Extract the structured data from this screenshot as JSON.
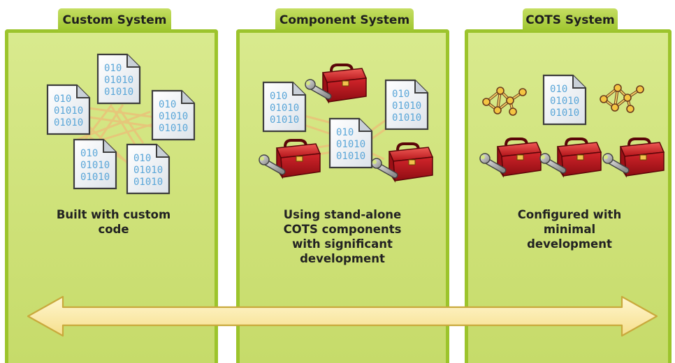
{
  "panels": [
    {
      "title": "Custom System",
      "caption_lines": [
        "Built with custom",
        "code"
      ]
    },
    {
      "title": "Component System",
      "caption_lines": [
        "Using stand-alone",
        "COTS components",
        "with significant",
        "development"
      ]
    },
    {
      "title": "COTS System",
      "caption_lines": [
        "Configured with",
        "minimal",
        "development"
      ]
    }
  ],
  "doc_text": [
    "010",
    "01010",
    "01010"
  ],
  "icons": {
    "document": "binary-document-icon",
    "toolbox": "red-toolbox-wrench-icon",
    "network": "network-node-icon",
    "arrow": "double-headed-arrow"
  },
  "colors": {
    "panel_fill": "#d4e783",
    "panel_border": "#9cc42c",
    "doc_text": "#5aa6d8",
    "connector": "#e6c77a",
    "toolbox": "#c8161d",
    "arrow_fill": "#fbe9a6",
    "arrow_stroke": "#c9a93c"
  }
}
